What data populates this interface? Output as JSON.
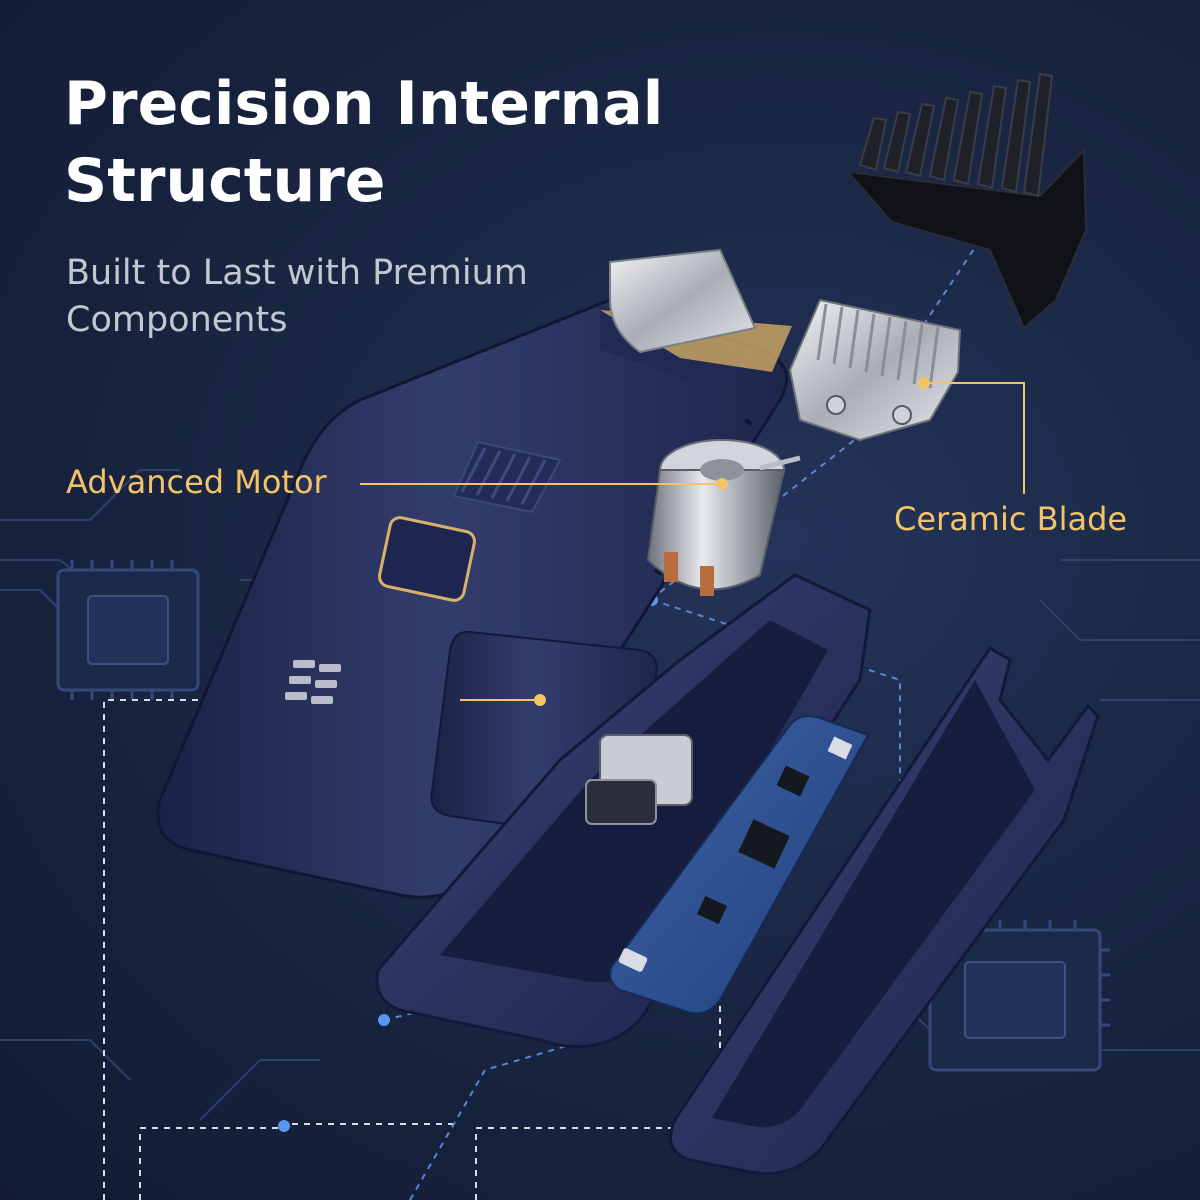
{
  "headline": {
    "line1": "Precision Internal",
    "line2": "Structure"
  },
  "subheadline": {
    "line1": "Built to Last with Premium",
    "line2": "Components"
  },
  "callouts": {
    "motor": "Advanced Motor",
    "blade": "Ceramic Blade"
  },
  "colors": {
    "background": "#1a2744",
    "headline": "#ffffff",
    "subheadline": "#c3c7d0",
    "callout": "#f3c368",
    "trimmer_body": "#2b3561",
    "accent_gold": "#d8b16a",
    "circuit_line": "#4a78c8"
  }
}
